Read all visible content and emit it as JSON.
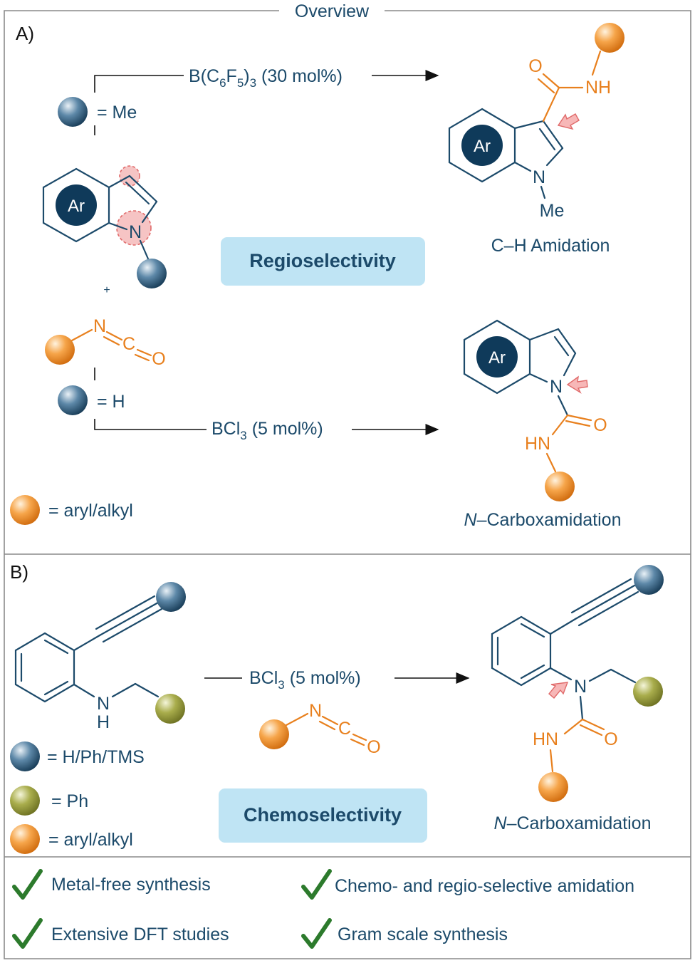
{
  "header": {
    "title": "Overview"
  },
  "panel_a": {
    "label": "A)",
    "blue_me": "= Me",
    "blue_h": "= H",
    "orange_def": "= aryl/alkyl",
    "top_conditions": {
      "pre": "B(C",
      "sub1": "6",
      "mid1": "F",
      "sub2": "5",
      "mid2": ")",
      "sub3": "3",
      "post": " (30 mol%)"
    },
    "bottom_conditions": {
      "pre": "BCl",
      "sub": "3",
      "post": " (5 mol%)"
    },
    "plus": "+",
    "badge": "Regioselectivity",
    "product_top_caption": "C–H Amidation",
    "product_bottom_caption_italic": "N",
    "product_bottom_caption_rest": "–Carboxamidation",
    "ar": "Ar",
    "atoms": {
      "n": "N",
      "o": "O",
      "c": "C",
      "nh": "NH",
      "hn": "HN",
      "me": "Me"
    }
  },
  "panel_b": {
    "label": "B)",
    "blue_def": "= H/Ph/TMS",
    "green_def": "= Ph",
    "orange_def": "= aryl/alkyl",
    "conditions": {
      "pre": "BCl",
      "sub": "3",
      "post": " (5 mol%)"
    },
    "badge": "Chemoselectivity",
    "caption_italic": "N",
    "caption_rest": "–Carboxamidation",
    "atoms": {
      "n": "N",
      "h": "H",
      "o": "O",
      "c": "C",
      "hn": "HN"
    }
  },
  "features": [
    "Metal-free synthesis",
    "Chemo- and regio-selective amidation",
    "Extensive DFT studies",
    "Gram scale synthesis"
  ],
  "colors": {
    "navy": "#1c4a6a",
    "orange": "#e8801e",
    "badge": "#bfe4f4",
    "check": "#2c7a2c",
    "highlight": "#f6c4c4"
  }
}
